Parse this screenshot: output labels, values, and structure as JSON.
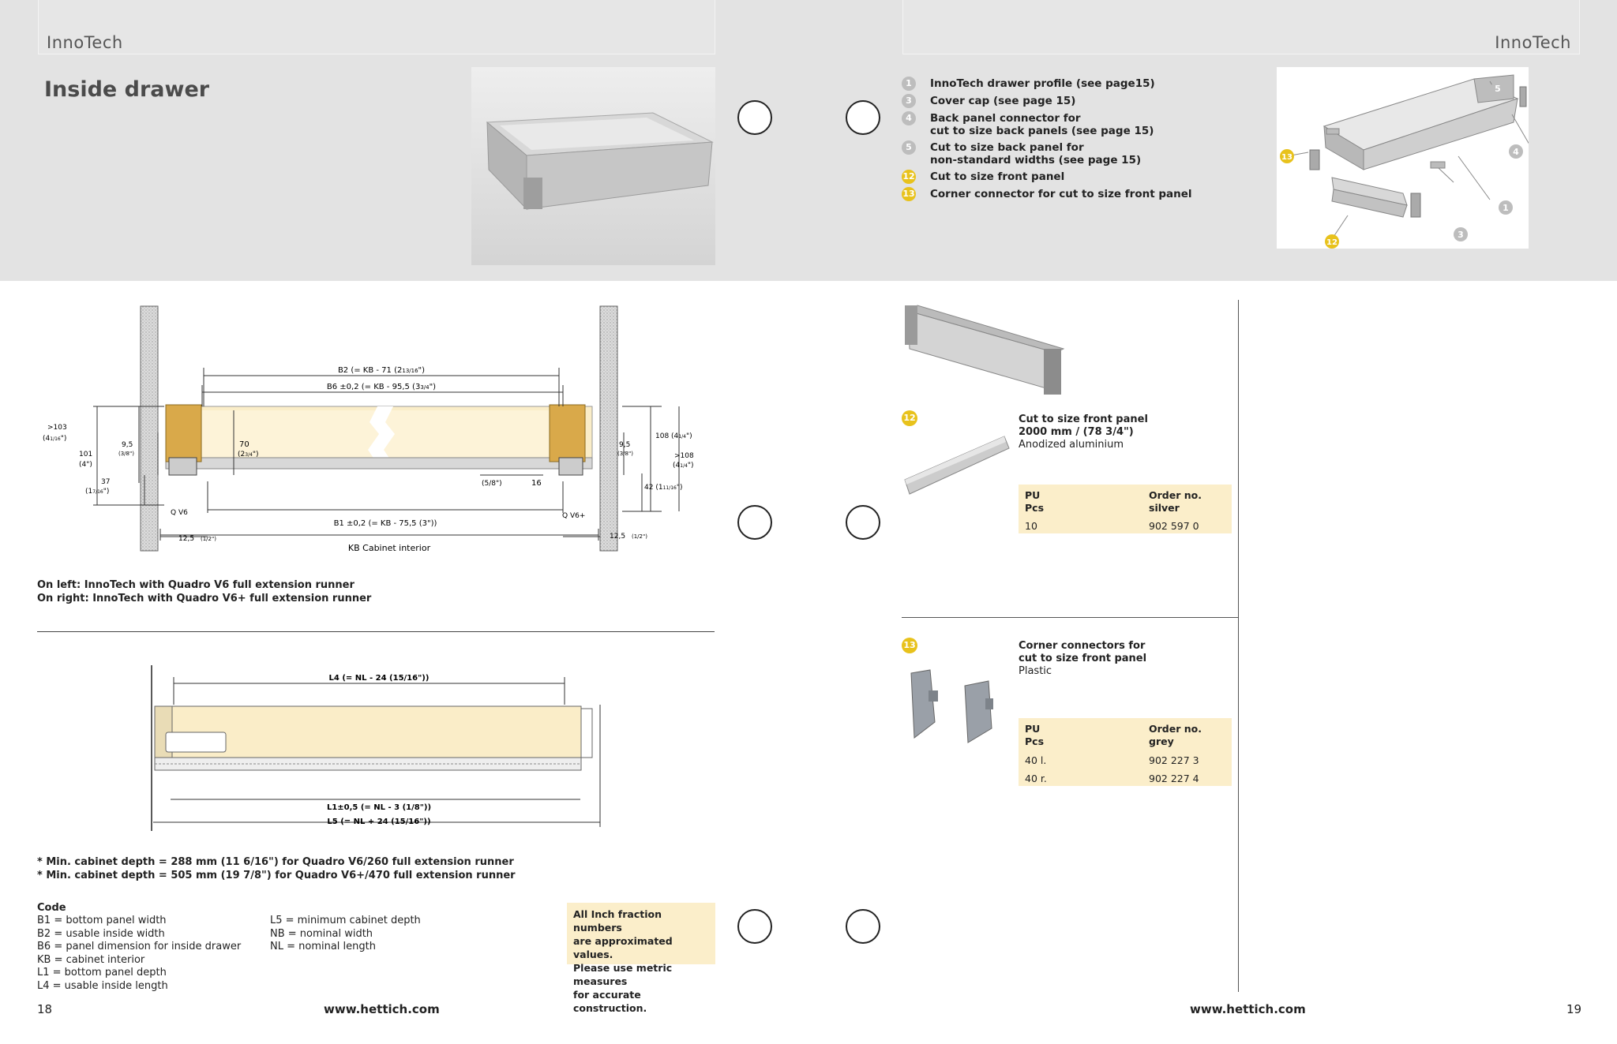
{
  "header": {
    "left_brand": "InnoTech",
    "right_brand": "InnoTech"
  },
  "left": {
    "title": "Inside drawer",
    "diagram1": {
      "dims": {
        "b2": "B2 (= KB - 71 (2",
        "b2_frac": "13/16",
        "b6": "B6 ±0,2 (= KB - 95,5 (3",
        "b6_frac": "3/4",
        "gt103": ">103",
        "gt103_in": "(4",
        "d101": "101",
        "d101_in": "(4\")",
        "d95l": "9,5",
        "d95l_in": "(3/8\")",
        "d37": "37",
        "d37_in": "(1",
        "d70": "70",
        "d70_in": "(2",
        "d16": "16",
        "d16_in": "(5/8\")",
        "d95r": "9,5",
        "d95r_in": "(3/8\")",
        "d108": "108 (4",
        "gt108": ">108",
        "gt108_in": "(4",
        "d42": "42 (1",
        "b1": "B1 ±0,2 (= KB - 75,5 (3\"))",
        "qv6": "Q V6",
        "qv6p": "Q V6+",
        "d125l": "12,5",
        "d125l_in": "(1/2\")",
        "d125r": "12,5",
        "d125r_in": "(1/2\")",
        "kb": "KB Cabinet interior"
      },
      "caption_line1": "On left: InnoTech with Quadro V6 full extension runner",
      "caption_line2": "On right: InnoTech with Quadro V6+ full extension runner"
    },
    "diagram2": {
      "l4": "L4 (= NL - 24 (15/16\"))",
      "l1": "L1±0,5 (= NL - 3 (1/8\"))",
      "l5": "L5 (= NL + 24 (15/16\"))"
    },
    "min_depth_1": "* Min. cabinet depth = 288 mm (11 6/16\")  for Quadro V6/260 full extension runner",
    "min_depth_2": "* Min. cabinet depth = 505 mm (19 7/8\") for Quadro V6+/470 full extension runner",
    "code_title": "Code",
    "codes_col1": [
      "B1  = bottom panel width",
      "B2  = usable inside width",
      "B6  = panel dimension for inside drawer",
      "KB  = cabinet interior",
      "L1  = bottom panel depth",
      "L4  = usable inside length"
    ],
    "codes_col2": [
      "L5  = minimum cabinet depth",
      "NB  = nominal width",
      "NL  = nominal length"
    ],
    "note": [
      "All Inch fraction numbers",
      "are approximated values.",
      "Please use metric measures",
      "for accurate construction."
    ],
    "page_number": "18",
    "url": "www.hettich.com"
  },
  "right": {
    "legend": [
      {
        "num": "1",
        "style": "grey",
        "lines": [
          "InnoTech drawer profile (see page15)"
        ]
      },
      {
        "num": "3",
        "style": "grey",
        "lines": [
          "Cover cap (see page 15)"
        ]
      },
      {
        "num": "4",
        "style": "grey",
        "lines": [
          "Back panel connector for",
          "cut to size back panels (see page 15)"
        ]
      },
      {
        "num": "5",
        "style": "grey",
        "lines": [
          "Cut to size back panel for",
          "non-standard widths (see page 15)"
        ]
      },
      {
        "num": "12",
        "style": "yellow",
        "lines": [
          "Cut to size front panel"
        ]
      },
      {
        "num": "13",
        "style": "yellow",
        "lines": [
          "Corner connector for cut to size front panel"
        ]
      }
    ],
    "exploded_labels": [
      "5",
      "4",
      "13",
      "1",
      "3",
      "12"
    ],
    "product12": {
      "num": "12",
      "title1": "Cut to size front panel",
      "title2": "2000 mm / (78 3/4\")",
      "material": "Anodized aluminium",
      "col1_head": [
        "PU",
        "Pcs"
      ],
      "col2_head": [
        "Order no.",
        "silver"
      ],
      "rows": [
        [
          "10",
          "902 597 0"
        ]
      ]
    },
    "product13": {
      "num": "13",
      "title1": "Corner connectors for",
      "title2": "cut to size front panel",
      "material": "Plastic",
      "col1_head": [
        "PU",
        "Pcs"
      ],
      "col2_head": [
        "Order no.",
        "grey"
      ],
      "rows": [
        [
          "40 l.",
          "902 227 3"
        ],
        [
          "40 r.",
          "902 227 4"
        ]
      ]
    },
    "url": "www.hettich.com",
    "page_number": "19"
  }
}
